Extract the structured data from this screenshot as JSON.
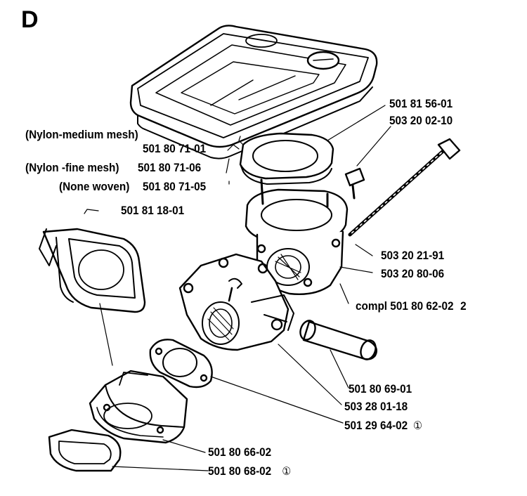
{
  "section_letter": "D",
  "labels": {
    "filter_top_note": "(Nylon-medium mesh)",
    "filter_medium": "501 80 71-01",
    "filter_fine_note": "(Nylon -fine mesh)",
    "filter_fine": "501 80 71-06",
    "filter_nonwoven_note": "(None woven)",
    "filter_nonwoven": "501 80 71-05",
    "gasket_top": "501 81 56-01",
    "screw": "503 20 02-10",
    "bracket": "501 81 18-01",
    "rod": "503 20 21-91",
    "sleeve": "503 20 80-06",
    "compl": "compl 501 80 62-02",
    "compl_mark": "2",
    "tube": "501 80 69-01",
    "carb": "503 28 01-18",
    "carb_gasket": "501 29 64-02",
    "intake": "501 80 66-02",
    "intake_gasket": "501 80 68-02"
  },
  "marks": {
    "circle_one": "①"
  }
}
